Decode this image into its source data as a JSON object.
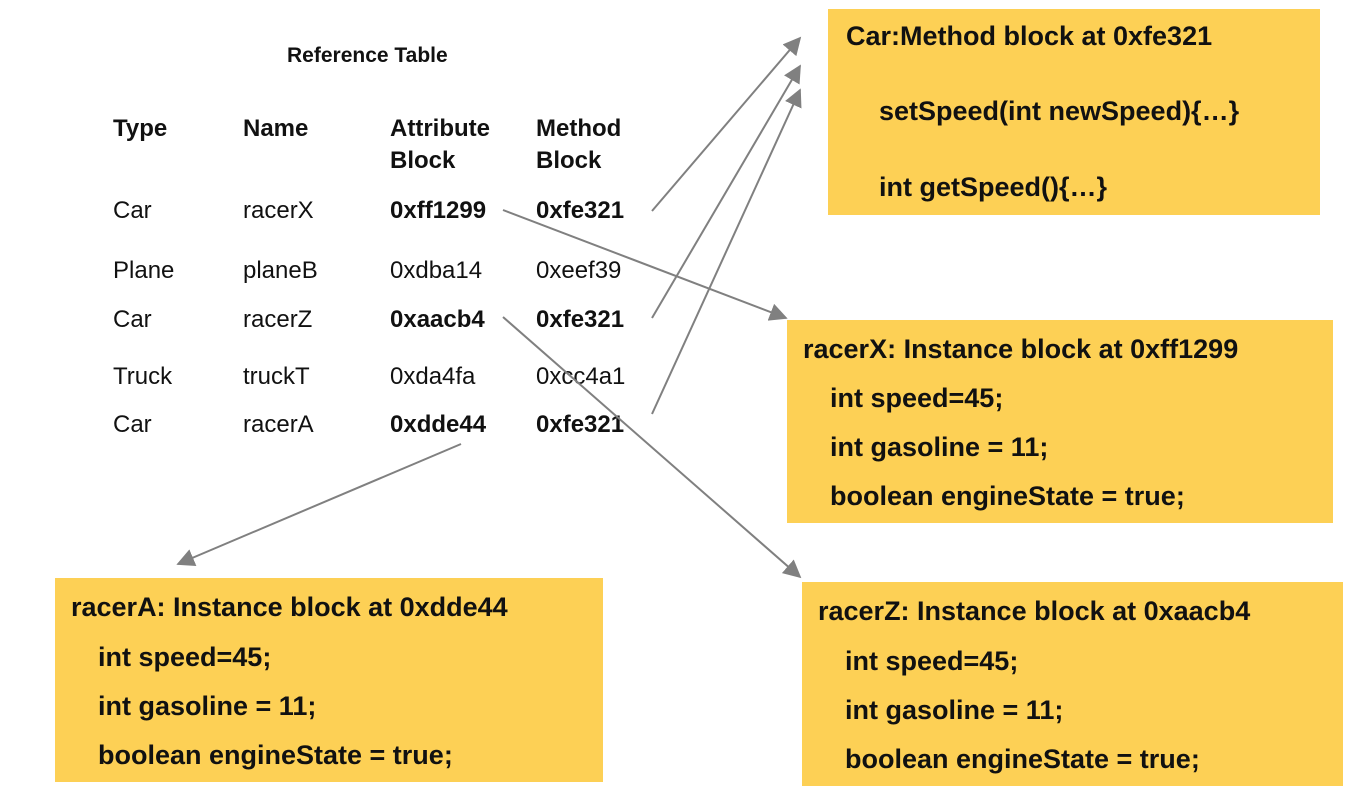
{
  "table": {
    "title": "Reference Table",
    "headers": {
      "type": "Type",
      "name": "Name",
      "attribute": [
        "Attribute",
        "Block"
      ],
      "method": [
        "Method",
        "Block"
      ]
    },
    "rows": [
      {
        "type": "Car",
        "name": "racerX",
        "attribute": "0xff1299",
        "method": "0xfe321",
        "bold": true
      },
      {
        "type": "Plane",
        "name": "planeB",
        "attribute": "0xdba14",
        "method": "0xeef39",
        "bold": false
      },
      {
        "type": "Car",
        "name": "racerZ",
        "attribute": "0xaacb4",
        "method": "0xfe321",
        "bold": true
      },
      {
        "type": "Truck",
        "name": "truckT",
        "attribute": "0xda4fa",
        "method": "0xcc4a1",
        "bold": false
      },
      {
        "type": "Car",
        "name": "racerA",
        "attribute": "0xdde44",
        "method": "0xfe321",
        "bold": true
      }
    ]
  },
  "method_box": {
    "title": "Car:Method block at 0xfe321",
    "lines": [
      "setSpeed(int newSpeed){…}",
      "int getSpeed(){…}"
    ]
  },
  "racerX_box": {
    "title": "racerX:  Instance block at 0xff1299",
    "lines": [
      "int speed=45;",
      "int gasoline = 11;",
      "boolean engineState = true;"
    ]
  },
  "racerZ_box": {
    "title": "racerZ:  Instance block at 0xaacb4",
    "lines": [
      "int speed=45;",
      "int gasoline = 11;",
      "boolean engineState = true;"
    ]
  },
  "racerA_box": {
    "title": "racerA:  Instance block at 0xdde44",
    "lines": [
      "int speed=45;",
      "int gasoline = 11;",
      "boolean engineState = true;"
    ]
  },
  "colors": {
    "box_fill": "#fdd055",
    "arrow": "#808080",
    "text": "#111111"
  }
}
